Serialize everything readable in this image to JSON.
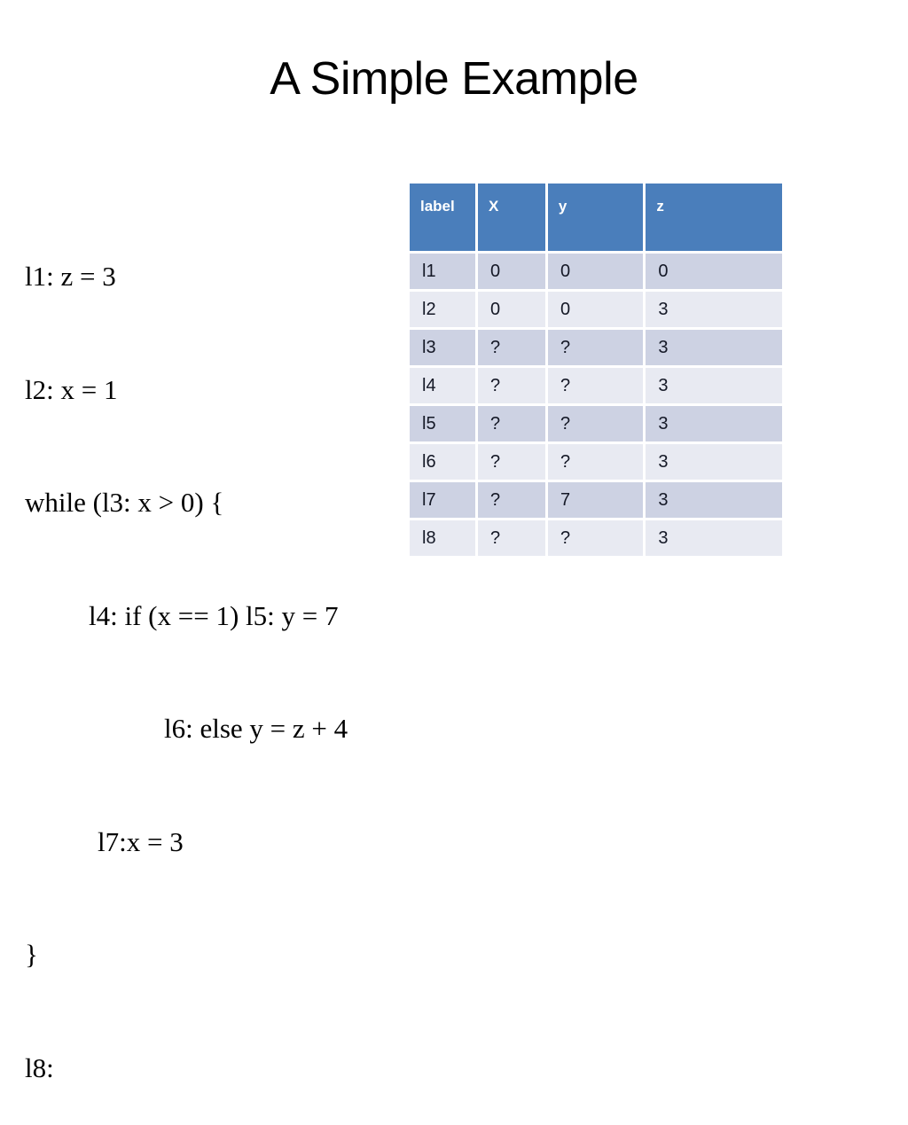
{
  "slide": {
    "title": "A Simple Example",
    "background_color": "#FFFFFF"
  },
  "code": {
    "name": "program-listing",
    "lines": [
      {
        "text": "l1: z = 3",
        "indent": 0
      },
      {
        "text": "l2: x = 1",
        "indent": 0
      },
      {
        "text": "while (l3: x > 0) {",
        "indent": 0
      },
      {
        "text": "l4: if (x == 1) l5: y = 7",
        "indent": 1
      },
      {
        "text": "l6: else y = z + 4",
        "indent": 2
      },
      {
        "text": "l7:x = 3",
        "indent": 3
      },
      {
        "text": "}",
        "indent": 0
      },
      {
        "text": "l8:",
        "indent": 0
      }
    ]
  },
  "table": {
    "name": "variable-state-table",
    "header_color": "#4A7EBB",
    "row_odd_color": "#CDD2E3",
    "row_even_color": "#E8EAF2",
    "columns": [
      "label",
      "X",
      "y",
      "z"
    ],
    "rows": [
      {
        "label": "l1",
        "x": "0",
        "y": "0",
        "z": "0"
      },
      {
        "label": "l2",
        "x": "0",
        "y": "0",
        "z": "3"
      },
      {
        "label": "l3",
        "x": "?",
        "y": "?",
        "z": "3"
      },
      {
        "label": "l4",
        "x": "?",
        "y": "?",
        "z": "3"
      },
      {
        "label": "l5",
        "x": "?",
        "y": "?",
        "z": "3"
      },
      {
        "label": "l6",
        "x": "?",
        "y": "?",
        "z": "3"
      },
      {
        "label": "l7",
        "x": "?",
        "y": "7",
        "z": "3"
      },
      {
        "label": "l8",
        "x": "?",
        "y": "?",
        "z": "3"
      }
    ]
  }
}
